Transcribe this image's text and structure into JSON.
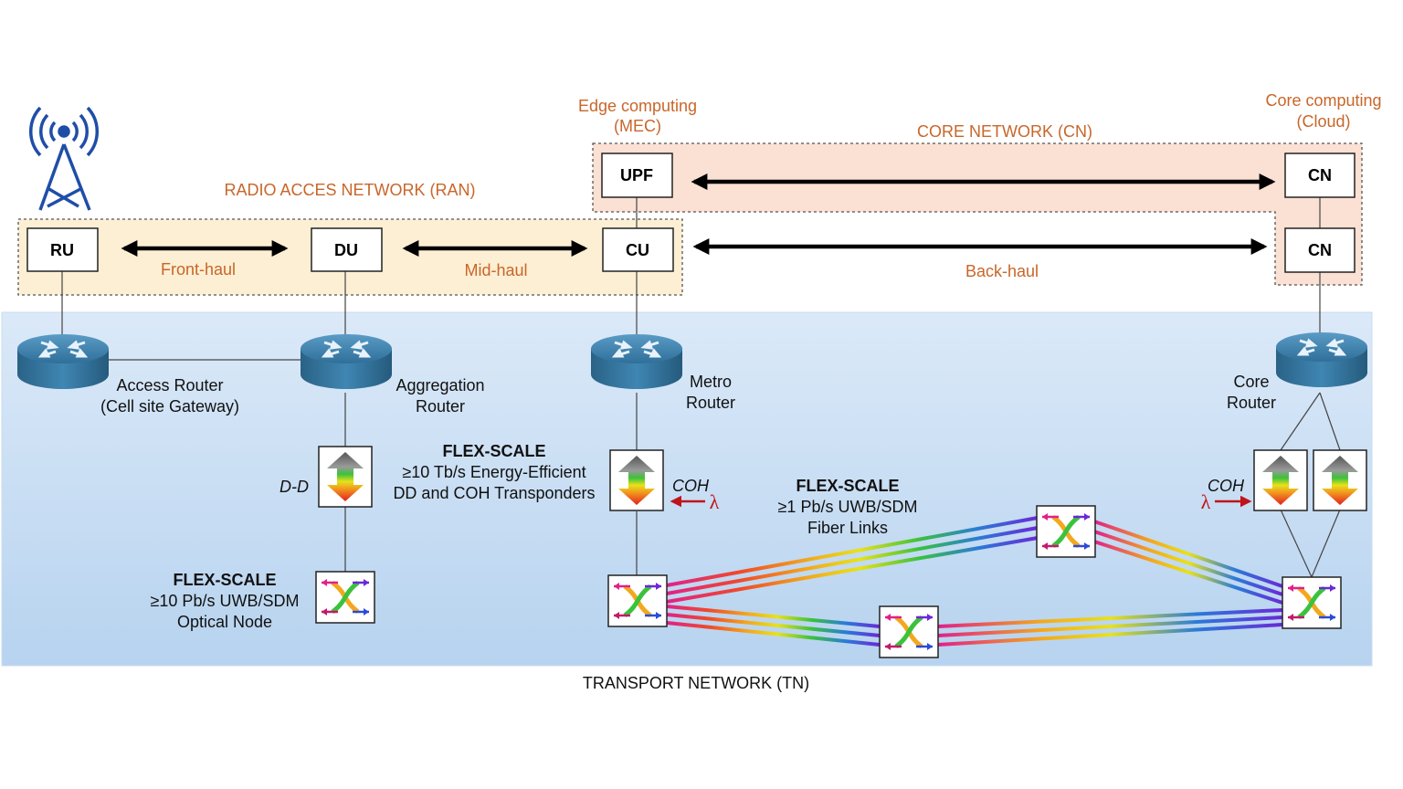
{
  "ran": {
    "title": "RADIO ACCES NETWORK (RAN)",
    "fronthaul": "Front-haul",
    "midhaul": "Mid-haul"
  },
  "core": {
    "title": "CORE NETWORK (CN)",
    "edge_line1": "Edge computing",
    "edge_line2": "(MEC)",
    "cloud_line1": "Core computing",
    "cloud_line2": "(Cloud)",
    "backhaul": "Back-haul"
  },
  "nodes": {
    "ru": "RU",
    "du": "DU",
    "cu": "CU",
    "upf": "UPF",
    "cn_top": "CN",
    "cn_bottom": "CN"
  },
  "routers": {
    "access_line1": "Access Router",
    "access_line2": "(Cell site Gateway)",
    "aggregation_line1": "Aggregation",
    "aggregation_line2": "Router",
    "metro_line1": "Metro",
    "metro_line2": "Router",
    "core_line1": "Core",
    "core_line2": "Router"
  },
  "transponders": {
    "dd_label": "D-D",
    "coh_left": "COH",
    "coh_right": "COH",
    "lambda_left": "λ",
    "lambda_right": "λ",
    "title": "FLEX-SCALE",
    "line1": "≥10 Tb/s Energy-Efficient",
    "line2": "DD and COH Transponders"
  },
  "fiber": {
    "title": "FLEX-SCALE",
    "line1": "≥1 Pb/s UWB/SDM",
    "line2": "Fiber Links"
  },
  "optical_node": {
    "title": "FLEX-SCALE",
    "line1": "≥10 Pb/s UWB/SDM",
    "line2": "Optical Node"
  },
  "transport": {
    "title": "TRANSPORT NETWORK (TN)"
  },
  "colors": {
    "label_orange": "#c8662a",
    "ran_fill": "#fcefd4",
    "core_fill": "#fbe0d4",
    "tn_top": "#dbe9f8",
    "tn_bottom": "#b7d3ef",
    "router": "#3c7faa",
    "lambda_red": "#c0141b",
    "antenna_blue": "#1f4ea8"
  }
}
